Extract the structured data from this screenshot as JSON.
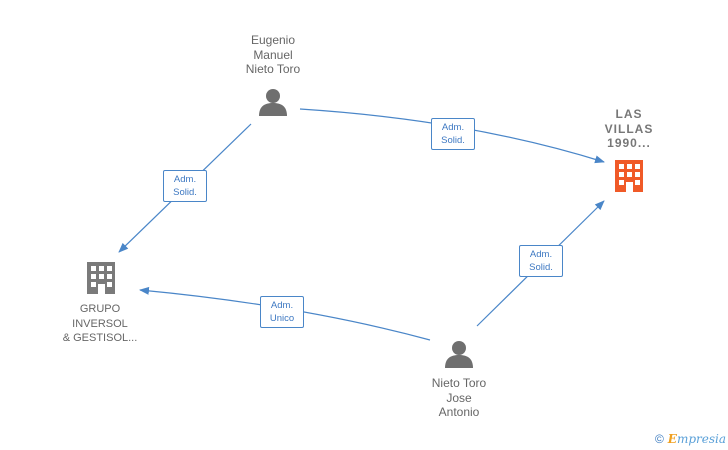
{
  "nodes": {
    "eugenio": {
      "lines": [
        "Eugenio",
        "Manuel",
        "Nieto Toro"
      ],
      "kind": "person"
    },
    "las_villas": {
      "lines": [
        "LAS",
        "VILLAS",
        "1990..."
      ],
      "kind": "company",
      "highlight": true
    },
    "grupo": {
      "lines": [
        "GRUPO",
        "INVERSOL",
        "& GESTISOL..."
      ],
      "kind": "company"
    },
    "jose": {
      "lines": [
        "Nieto Toro",
        "Jose",
        "Antonio"
      ],
      "kind": "person"
    }
  },
  "edges": [
    {
      "from": "eugenio",
      "to": "las_villas",
      "label": [
        "Adm.",
        "Solid."
      ]
    },
    {
      "from": "eugenio",
      "to": "grupo",
      "label": [
        "Adm.",
        "Solid."
      ]
    },
    {
      "from": "jose",
      "to": "las_villas",
      "label": [
        "Adm.",
        "Solid."
      ]
    },
    {
      "from": "jose",
      "to": "grupo",
      "label": [
        "Adm.",
        "Unico"
      ]
    }
  ],
  "colors": {
    "edge": "#4a86c8",
    "person_icon": "#6f6f6f",
    "company_icon": "#7a7a7a",
    "highlight_company_icon": "#f05a28",
    "node_text": "#666666"
  },
  "footer": {
    "copyright_symbol": "©",
    "brand_initial": "E",
    "brand_rest": "mpresia"
  }
}
